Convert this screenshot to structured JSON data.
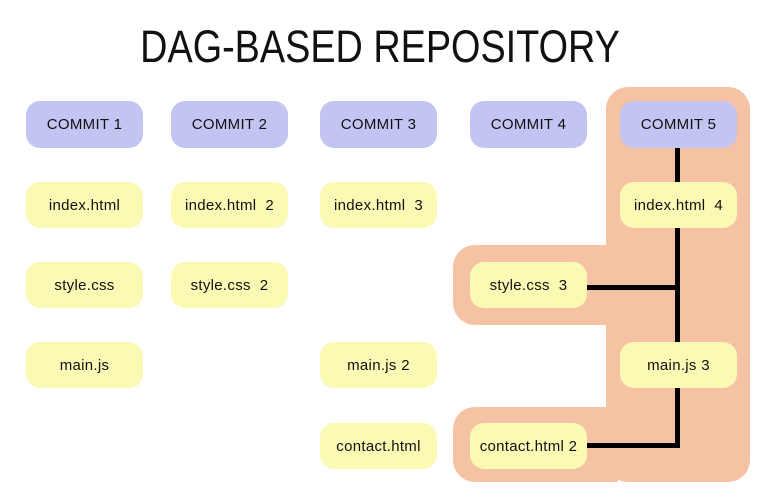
{
  "title": "DAG-BASED REPOSITORY",
  "palette": {
    "background": "#ffffff",
    "commit_fill": "#c3c4f2",
    "file_fill": "#fafab5",
    "highlight_fill": "#f5c3a3",
    "edge_color": "#000000",
    "text_color": "#111111"
  },
  "columns": [
    {
      "commit": "COMMIT 1",
      "files": [
        {
          "label": "index.html"
        },
        {
          "label": "style.css"
        },
        {
          "label": "main.js"
        }
      ]
    },
    {
      "commit": "COMMIT 2",
      "files": [
        {
          "label": "index.html  2"
        },
        {
          "label": "style.css  2"
        }
      ]
    },
    {
      "commit": "COMMIT 3",
      "files": [
        {
          "label": "index.html  3"
        },
        {
          "label": "main.js 2"
        },
        {
          "label": "contact.html"
        }
      ]
    },
    {
      "commit": "COMMIT 4",
      "files": [
        {
          "label": "style.css  3"
        },
        {
          "label": "contact.html 2"
        }
      ]
    },
    {
      "commit": "COMMIT 5",
      "files": [
        {
          "label": "index.html  4"
        },
        {
          "label": "main.js 3"
        }
      ]
    }
  ],
  "edges": [
    {
      "from": "COMMIT 5",
      "to": "index.html  4",
      "shape": "vertical"
    },
    {
      "from": "index.html  4",
      "to": "main.js 3",
      "shape": "vertical"
    },
    {
      "from": "style.css  3",
      "to": "COMMIT 5 trunk",
      "shape": "horizontal"
    },
    {
      "from": "main.js 3",
      "to": "contact.html 2",
      "shape": "elbow"
    }
  ],
  "highlight": {
    "covers": [
      "COMMIT 5",
      "index.html  4",
      "main.js 3",
      "style.css  3",
      "contact.html 2"
    ]
  }
}
